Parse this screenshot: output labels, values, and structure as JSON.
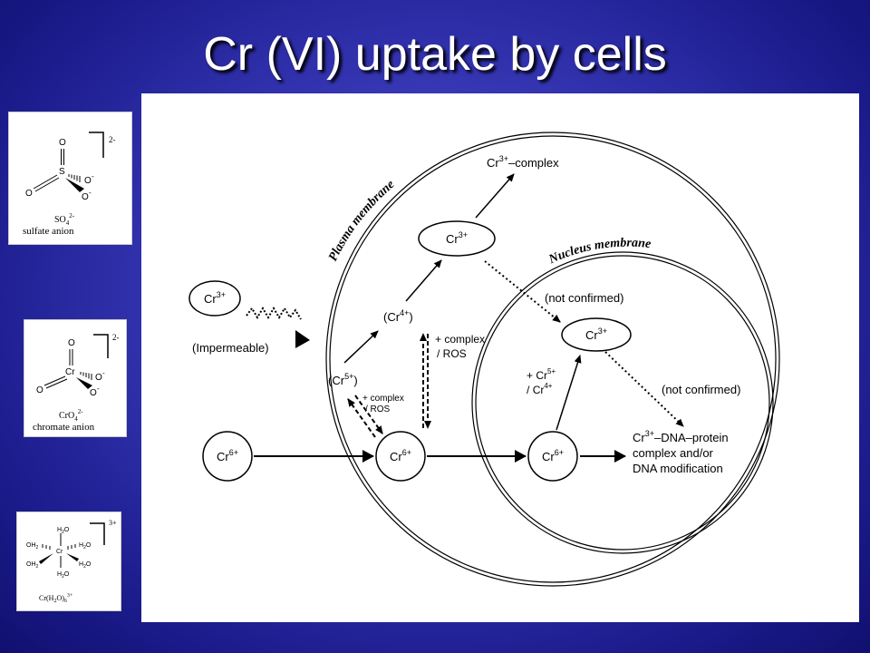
{
  "title": "Cr (VI) uptake by cells",
  "sulfate": {
    "atoms": {
      "O_top": "O",
      "S": "S",
      "O_left": "O",
      "O_minus_a": "O",
      "O_minus_b": "O",
      "minus": "-"
    },
    "charge": "2-",
    "formula_main": "SO",
    "formula_sub": "4",
    "formula_sup": "2-",
    "name": "sulfate anion"
  },
  "chromate": {
    "atoms": {
      "O_top": "O",
      "Cr": "Cr",
      "O_left": "O",
      "O_minus_a": "O",
      "O_minus_b": "O",
      "minus": "-"
    },
    "charge": "2-",
    "formula_main": "CrO",
    "formula_sub": "4",
    "formula_sup": "2-",
    "name": "chromate anion"
  },
  "hexaaqua": {
    "charge": "3+",
    "center": "Cr",
    "ligands": {
      "top": "H",
      "top_sub": "2",
      "top_end": "O",
      "bottom": "H",
      "bottom_sub": "2",
      "bottom_end": "O",
      "left_up": "OH",
      "left_up_sub": "2",
      "left_down": "OH",
      "left_down_sub": "2",
      "right_up": "H",
      "right_up_sub": "2",
      "right_up_end": "O",
      "right_down": "H",
      "right_down_sub": "2",
      "right_down_end": "O"
    },
    "formula_main": "Cr(H",
    "formula_sub1": "2",
    "formula_mid": "O)",
    "formula_sub2": "6",
    "formula_sup": "3+"
  },
  "diagram": {
    "plasma_membrane_label": "Plasma membrane",
    "nucleus_membrane_label": "Nucleus membrane",
    "cr": "Cr",
    "sup_3": "3+",
    "sup_4": "4+",
    "sup_5": "5+",
    "sup_6": "6+",
    "complex_suffix": "–complex",
    "impermeable": "(Impermeable)",
    "paren_open": "(",
    "paren_close": ")",
    "plus_complex": "+ complex",
    "slash_ros": "/ ROS",
    "complex": "complex",
    "plus": "+",
    "slash": "/",
    "not_confirmed_1": "(not confirmed)",
    "not_confirmed_2": "(not confirmed)",
    "dna_line1_suffix": "–DNA–protein",
    "dna_line2": "complex and/or",
    "dna_line3": "DNA modification"
  }
}
